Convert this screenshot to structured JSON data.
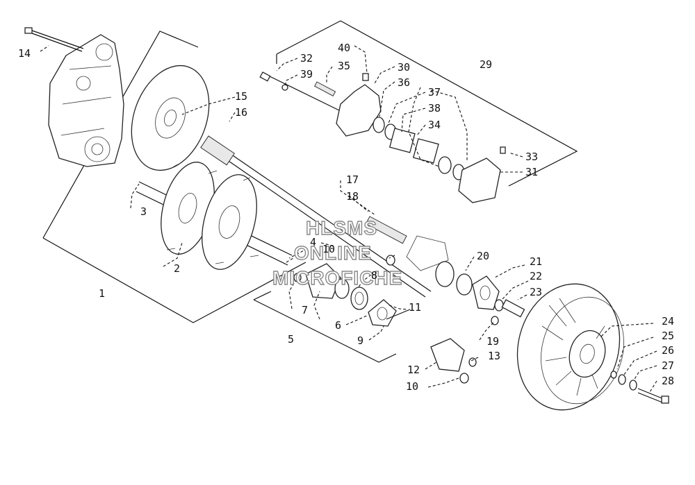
{
  "callouts": [
    "1",
    "2",
    "3",
    "4",
    "5",
    "6",
    "7",
    "8",
    "9",
    "10",
    "10",
    "11",
    "12",
    "13",
    "14",
    "15",
    "16",
    "17",
    "18",
    "19",
    "20",
    "21",
    "22",
    "23",
    "24",
    "25",
    "26",
    "27",
    "28",
    "29",
    "30",
    "31",
    "32",
    "33",
    "34",
    "35",
    "36",
    "37",
    "38",
    "39",
    "40"
  ],
  "watermark": [
    "HLSMS",
    "ONLINE",
    "MICROFICHE"
  ]
}
